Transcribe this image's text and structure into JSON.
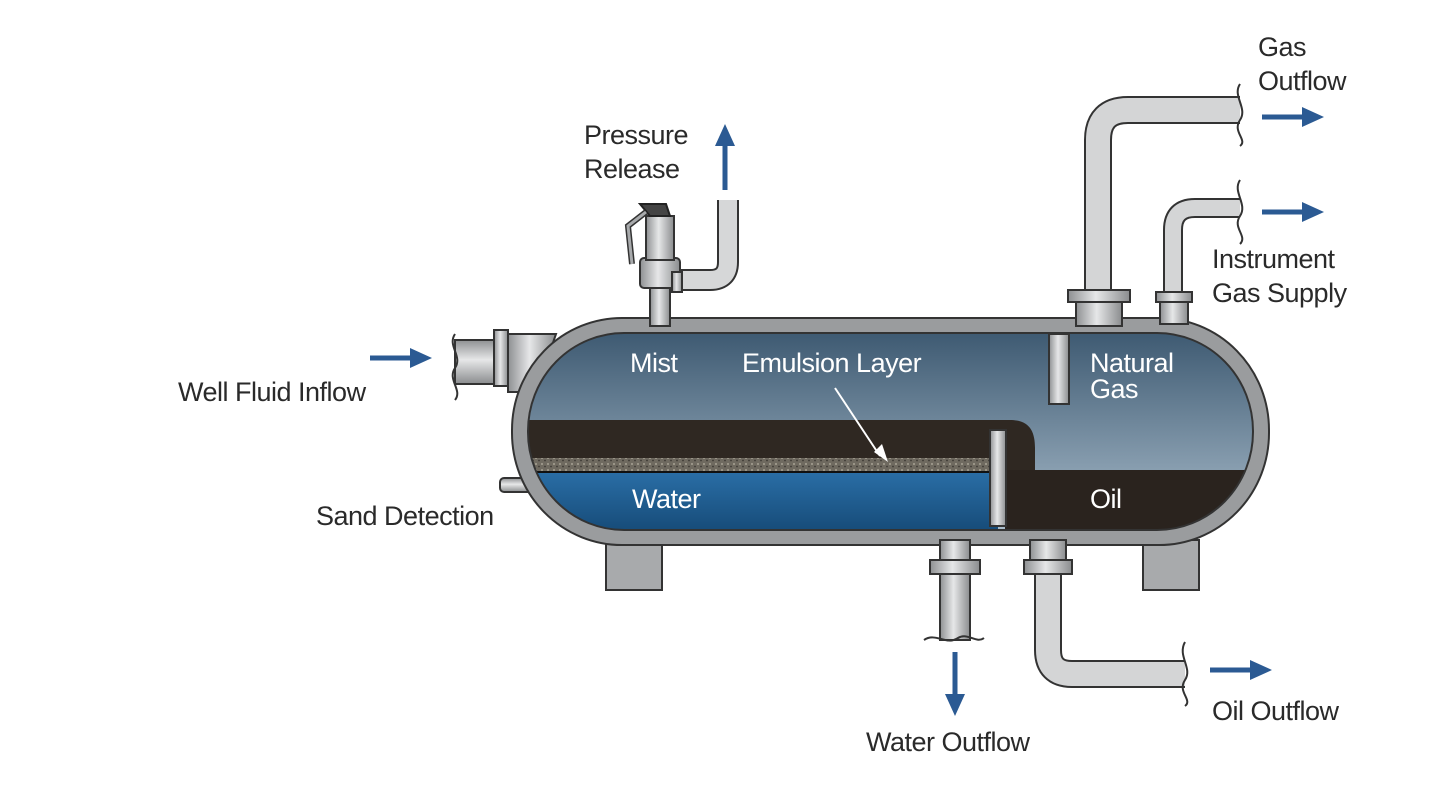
{
  "labels": {
    "gas_outflow": [
      "Gas",
      "Outflow"
    ],
    "instrument_gas_supply": [
      "Instrument",
      "Gas Supply"
    ],
    "pressure_release": [
      "Pressure",
      "Release"
    ],
    "well_fluid_inflow": "Well Fluid Inflow",
    "sand_detection": "Sand Detection",
    "water_outflow": "Water Outflow",
    "oil_outflow": "Oil Outflow",
    "mist": "Mist",
    "emulsion_layer": "Emulsion Layer",
    "natural_gas": [
      "Natural",
      "Gas"
    ],
    "water": "Water",
    "oil": "Oil"
  },
  "colors": {
    "arrow": "#2b5a93",
    "vessel_shell": "#9a9c9e",
    "gas_top": "#3e5a72",
    "gas_bottom": "#a9bccb",
    "water": "#1d5d92",
    "oil": "#2a231e",
    "pipe": "#b9bbbd"
  }
}
